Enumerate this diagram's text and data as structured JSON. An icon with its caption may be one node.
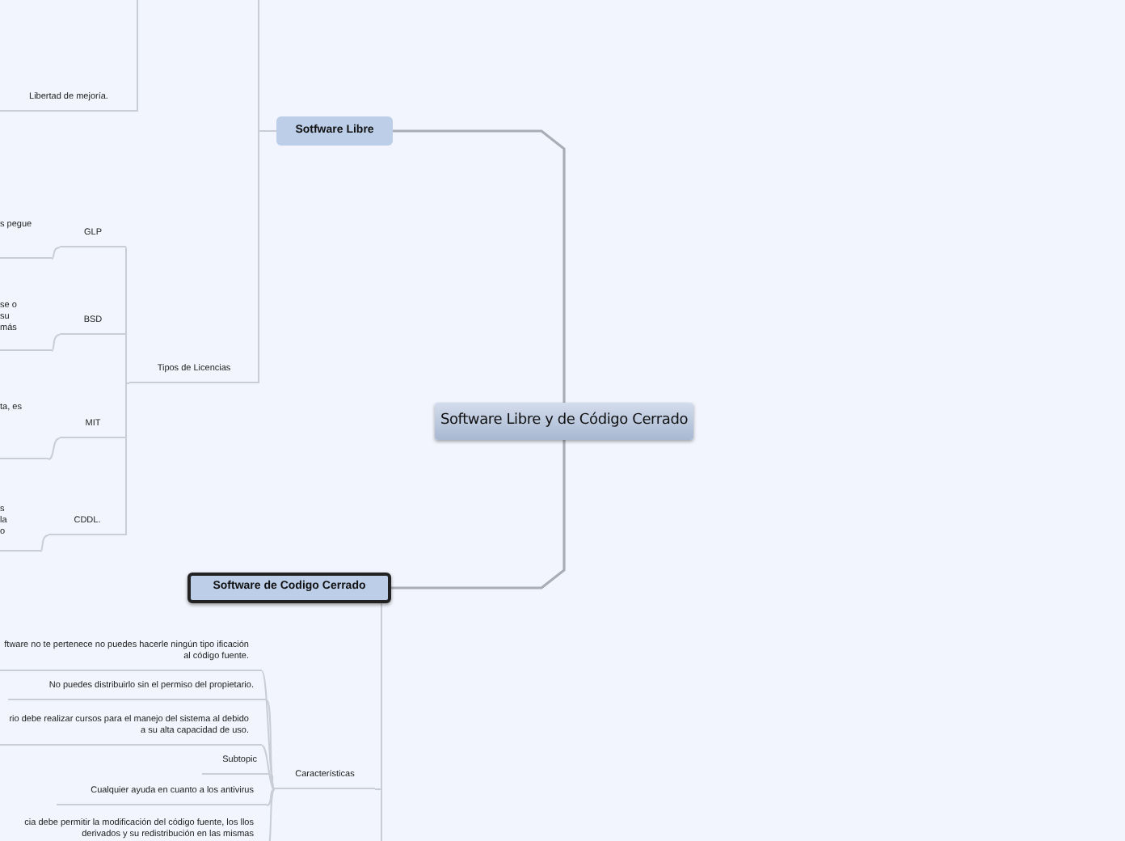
{
  "diagram": {
    "nodes": [
      {
        "text": [
          "Software Libre y de Código Cerrado"
        ]
      },
      {
        "text": [
          "Sotfware Libre"
        ]
      },
      {
        "text": [
          "Software de Codigo Cerrado"
        ]
      },
      {
        "text": [
          "Libertad de mejoría."
        ]
      },
      {
        "text": [
          "Tipos de Licencias"
        ]
      },
      {
        "text": [
          "GLP"
        ]
      },
      {
        "text": [
          "BSD"
        ]
      },
      {
        "text": [
          "MIT"
        ]
      },
      {
        "text": [
          "CDDL."
        ]
      },
      {
        "text": [
          "s pegue"
        ]
      },
      {
        "text": [
          "se o su más"
        ]
      },
      {
        "text": [
          "ta, es"
        ]
      },
      {
        "text": [
          "s la o"
        ]
      },
      {
        "text": [
          "Características"
        ]
      },
      {
        "text": [
          "ftware no te pertenece no puedes hacerle ningún tipo ificación al código fuente."
        ]
      },
      {
        "text": [
          "No puedes distribuirlo sin el permiso del propietario."
        ]
      },
      {
        "text": [
          "rio debe realizar cursos para el manejo del sistema al debido a su alta capacidad de uso."
        ]
      },
      {
        "text": [
          "Subtopic"
        ]
      },
      {
        "text": [
          "Cualquier ayuda en cuanto a los antivirus"
        ]
      },
      {
        "text": [
          "cia debe permitir la modificación del código fuente, los llos derivados y su redistribución en las mismas"
        ]
      }
    ],
    "edges": [
      {
        "from": 0,
        "to": 1,
        "arrow": "none"
      },
      {
        "from": 0,
        "to": 2,
        "arrow": "none"
      },
      {
        "from": 1,
        "to": 4,
        "arrow": "none"
      },
      {
        "from": 1,
        "to": null,
        "arrow": "none"
      },
      {
        "from": null,
        "to": 3,
        "arrow": "none"
      },
      {
        "from": 4,
        "to": 5,
        "arrow": "none"
      },
      {
        "from": 4,
        "to": 6,
        "arrow": "none"
      },
      {
        "from": 4,
        "to": 7,
        "arrow": "none"
      },
      {
        "from": 4,
        "to": 8,
        "arrow": "none"
      },
      {
        "from": 5,
        "to": 9,
        "arrow": "none"
      },
      {
        "from": 6,
        "to": 10,
        "arrow": "none"
      },
      {
        "from": 7,
        "to": 11,
        "arrow": "none"
      },
      {
        "from": 8,
        "to": 12,
        "arrow": "none"
      },
      {
        "from": 2,
        "to": 13,
        "arrow": "none"
      },
      {
        "from": 2,
        "to": null,
        "arrow": "none"
      },
      {
        "from": 13,
        "to": 14,
        "arrow": "none"
      },
      {
        "from": 13,
        "to": 15,
        "arrow": "none"
      },
      {
        "from": 13,
        "to": 16,
        "arrow": "none"
      },
      {
        "from": 13,
        "to": 17,
        "arrow": "none"
      },
      {
        "from": 13,
        "to": 18,
        "arrow": "none"
      },
      {
        "from": 13,
        "to": 19,
        "arrow": "none"
      }
    ]
  }
}
